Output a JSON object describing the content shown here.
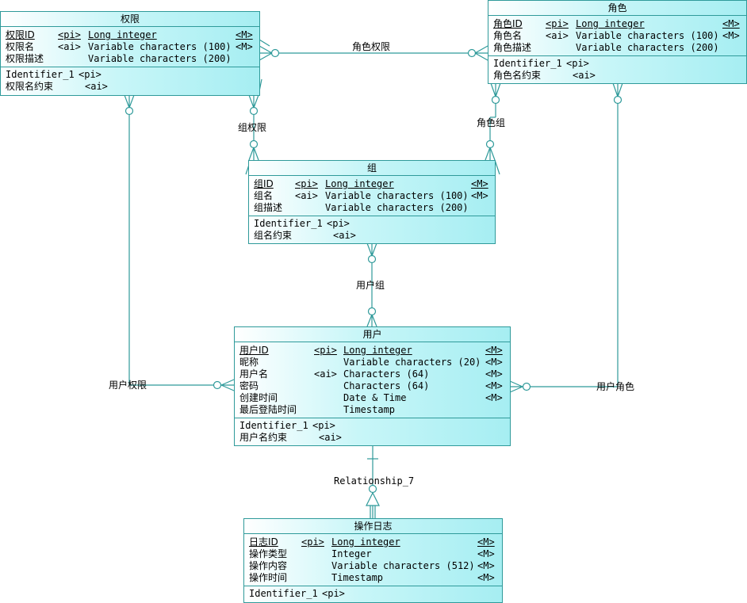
{
  "colors": {
    "line": "#2f9a9a",
    "box_fill_start": "#ffffff",
    "box_fill_end": "#a6eef2"
  },
  "entities": {
    "permission": {
      "title": "权限",
      "attributes": [
        {
          "name": "权限ID",
          "key": "<pi>",
          "type": "Long integer",
          "mandatory": "<M>",
          "primary": true
        },
        {
          "name": "权限名",
          "key": "<ai>",
          "type": "Variable characters (100)",
          "mandatory": "<M>",
          "primary": false
        },
        {
          "name": "权限描述",
          "key": "",
          "type": "Variable characters (200)",
          "mandatory": "",
          "primary": false
        }
      ],
      "identifiers": [
        {
          "name": "Identifier_1",
          "key": "<pi>"
        },
        {
          "name": "权限名约束",
          "key": "<ai>"
        }
      ]
    },
    "role": {
      "title": "角色",
      "attributes": [
        {
          "name": "角色ID",
          "key": "<pi>",
          "type": "Long integer",
          "mandatory": "<M>",
          "primary": true
        },
        {
          "name": "角色名",
          "key": "<ai>",
          "type": "Variable characters (100)",
          "mandatory": "<M>",
          "primary": false
        },
        {
          "name": "角色描述",
          "key": "",
          "type": "Variable characters (200)",
          "mandatory": "",
          "primary": false
        }
      ],
      "identifiers": [
        {
          "name": "Identifier_1",
          "key": "<pi>"
        },
        {
          "name": "角色名约束",
          "key": "<ai>"
        }
      ]
    },
    "group": {
      "title": "组",
      "attributes": [
        {
          "name": "组ID",
          "key": "<pi>",
          "type": "Long integer",
          "mandatory": "<M>",
          "primary": true
        },
        {
          "name": "组名",
          "key": "<ai>",
          "type": "Variable characters (100)",
          "mandatory": "<M>",
          "primary": false
        },
        {
          "name": "组描述",
          "key": "",
          "type": "Variable characters (200)",
          "mandatory": "",
          "primary": false
        }
      ],
      "identifiers": [
        {
          "name": "Identifier_1",
          "key": "<pi>"
        },
        {
          "name": "组名约束",
          "key": "<ai>"
        }
      ]
    },
    "user": {
      "title": "用户",
      "attributes": [
        {
          "name": "用户ID",
          "key": "<pi>",
          "type": "Long integer",
          "mandatory": "<M>",
          "primary": true
        },
        {
          "name": "昵称",
          "key": "",
          "type": "Variable characters (20)",
          "mandatory": "<M>",
          "primary": false
        },
        {
          "name": "用户名",
          "key": "<ai>",
          "type": "Characters (64)",
          "mandatory": "<M>",
          "primary": false
        },
        {
          "name": "密码",
          "key": "",
          "type": "Characters (64)",
          "mandatory": "<M>",
          "primary": false
        },
        {
          "name": "创建时间",
          "key": "",
          "type": "Date & Time",
          "mandatory": "<M>",
          "primary": false
        },
        {
          "name": "最后登陆时间",
          "key": "",
          "type": "Timestamp",
          "mandatory": "",
          "primary": false
        }
      ],
      "identifiers": [
        {
          "name": "Identifier_1",
          "key": "<pi>"
        },
        {
          "name": "用户名约束",
          "key": "<ai>"
        }
      ]
    },
    "oplog": {
      "title": "操作日志",
      "attributes": [
        {
          "name": "日志ID",
          "key": "<pi>",
          "type": "Long integer",
          "mandatory": "<M>",
          "primary": true
        },
        {
          "name": "操作类型",
          "key": "",
          "type": "Integer",
          "mandatory": "<M>",
          "primary": false
        },
        {
          "name": "操作内容",
          "key": "",
          "type": "Variable characters (512)",
          "mandatory": "<M>",
          "primary": false
        },
        {
          "name": "操作时间",
          "key": "",
          "type": "Timestamp",
          "mandatory": "<M>",
          "primary": false
        }
      ],
      "identifiers": [
        {
          "name": "Identifier_1",
          "key": "<pi>"
        }
      ]
    }
  },
  "relationships": [
    {
      "id": "role-permission",
      "label": "角色权限",
      "from": "权限",
      "to": "角色",
      "cardinality": "many-to-many"
    },
    {
      "id": "group-permission",
      "label": "组权限",
      "from": "权限",
      "to": "组",
      "cardinality": "many-to-many"
    },
    {
      "id": "role-group",
      "label": "角色组",
      "from": "角色",
      "to": "组",
      "cardinality": "many-to-many"
    },
    {
      "id": "user-group",
      "label": "用户组",
      "from": "组",
      "to": "用户",
      "cardinality": "many-to-many"
    },
    {
      "id": "user-permission",
      "label": "用户权限",
      "from": "权限",
      "to": "用户",
      "cardinality": "many-to-many"
    },
    {
      "id": "user-role",
      "label": "用户角色",
      "from": "角色",
      "to": "用户",
      "cardinality": "many-to-many"
    },
    {
      "id": "relationship-7",
      "label": "Relationship_7",
      "from": "用户",
      "to": "操作日志",
      "cardinality": "one-to-many (dependent)"
    }
  ]
}
